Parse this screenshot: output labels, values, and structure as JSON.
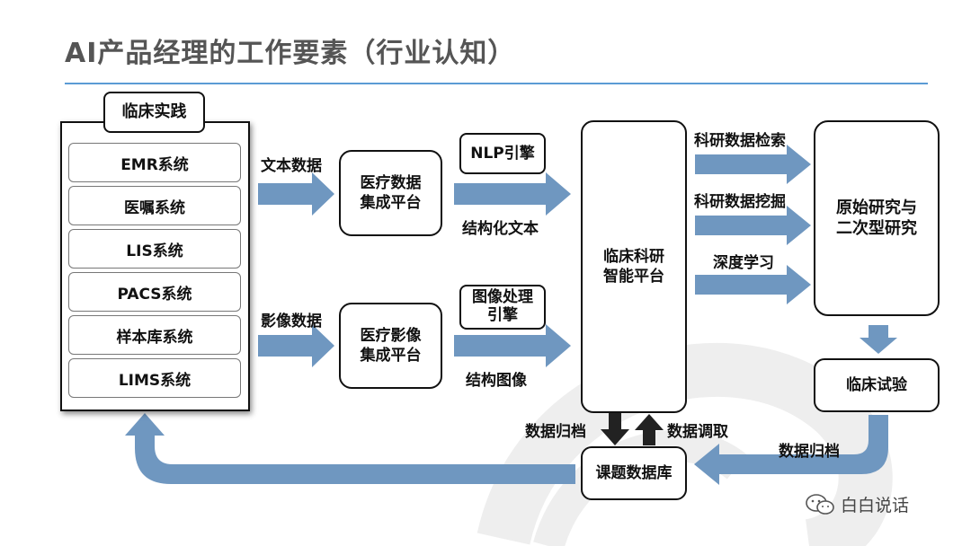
{
  "page": {
    "title": "AI产品经理的工作要素（行业认知）"
  },
  "clinical_practice": {
    "title": "临床实践",
    "systems": [
      "EMR系统",
      "医嘱系统",
      "LIS系统",
      "PACS系统",
      "样本库系统",
      "LIMS系统"
    ]
  },
  "flow": {
    "text_data": "文本数据",
    "image_data": "影像数据",
    "med_data_platform": "医疗数据\n集成平台",
    "med_image_platform": "医疗影像\n集成平台",
    "nlp_engine": "NLP引擎",
    "image_engine": "图像处理\n引擎",
    "structured_text": "结构化文本",
    "structured_image": "结构图像",
    "research_platform": "临床科研\n智能平台",
    "sci_search": "科研数据检索",
    "sci_mining": "科研数据挖掘",
    "deep_learning": "深度学习",
    "research_types": "原始研究与\n二次型研究",
    "clinical_trial": "临床试验",
    "archive_left": "数据归档",
    "retrieve": "数据调取",
    "archive_right": "数据归档",
    "project_db": "课题数据库"
  },
  "watermark": {
    "text": "白白说话"
  },
  "colors": {
    "arrow": "#6f97c0",
    "dark_arrow": "#222222",
    "rule": "#5b9bd5"
  }
}
